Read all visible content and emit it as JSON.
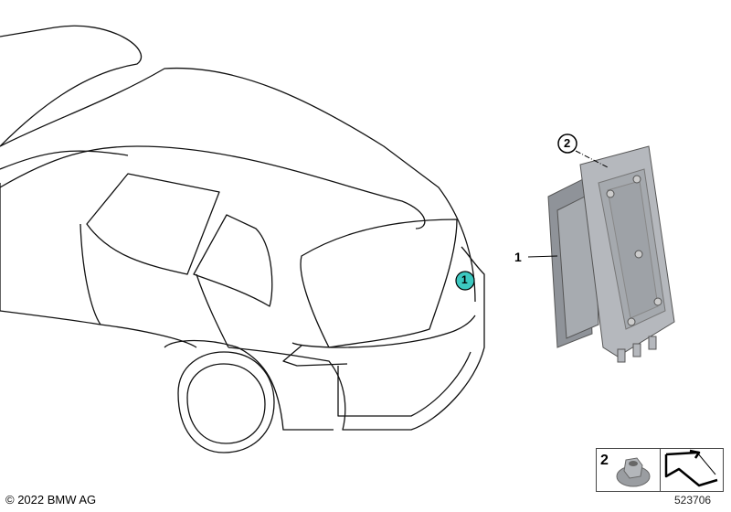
{
  "diagram": {
    "callouts": [
      {
        "label": "1",
        "highlighted": true,
        "highlight_color": "#3cc8c0"
      },
      {
        "label": "1"
      },
      {
        "label": "2"
      }
    ],
    "legend": {
      "item_number": "2",
      "item_icon": "hex-flange-nut-icon",
      "symbol_icon": "bent-arrow-icon"
    },
    "copyright": "© 2022 BMW AG",
    "part_number": "523706"
  }
}
